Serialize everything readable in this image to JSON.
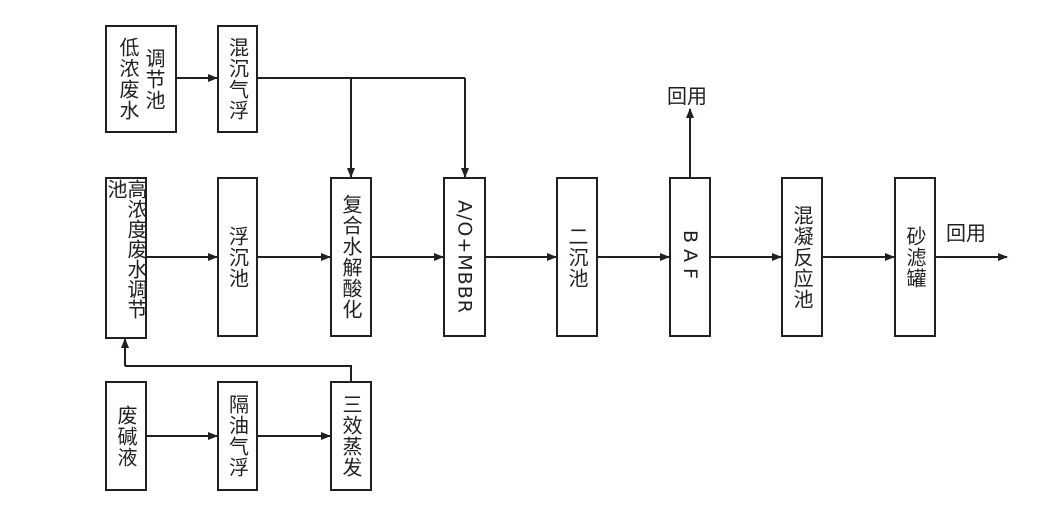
{
  "nodes": {
    "low_conc_wastewater": "低浓废水",
    "regulating_tank_1": "调节池",
    "coag_sed_flotation": "混沉气浮",
    "high_conc_regulating_tank": "高浓度废水调节池",
    "floating_sed_tank": "浮沉池",
    "composite_hydrolysis": "复合水解酸化",
    "ao_mbbr": "A/O+MBBR",
    "secondary_sed_tank": "二沉池",
    "baf": "BAF",
    "coag_reaction_tank": "混凝反应池",
    "sand_filter_tank": "砂滤罐",
    "waste_alkali": "废碱液",
    "oil_sep_flotation": "隔油气浮",
    "triple_effect_evap": "三效蒸发"
  },
  "outputs": {
    "reuse_top": "回用",
    "reuse_right": "回用"
  }
}
